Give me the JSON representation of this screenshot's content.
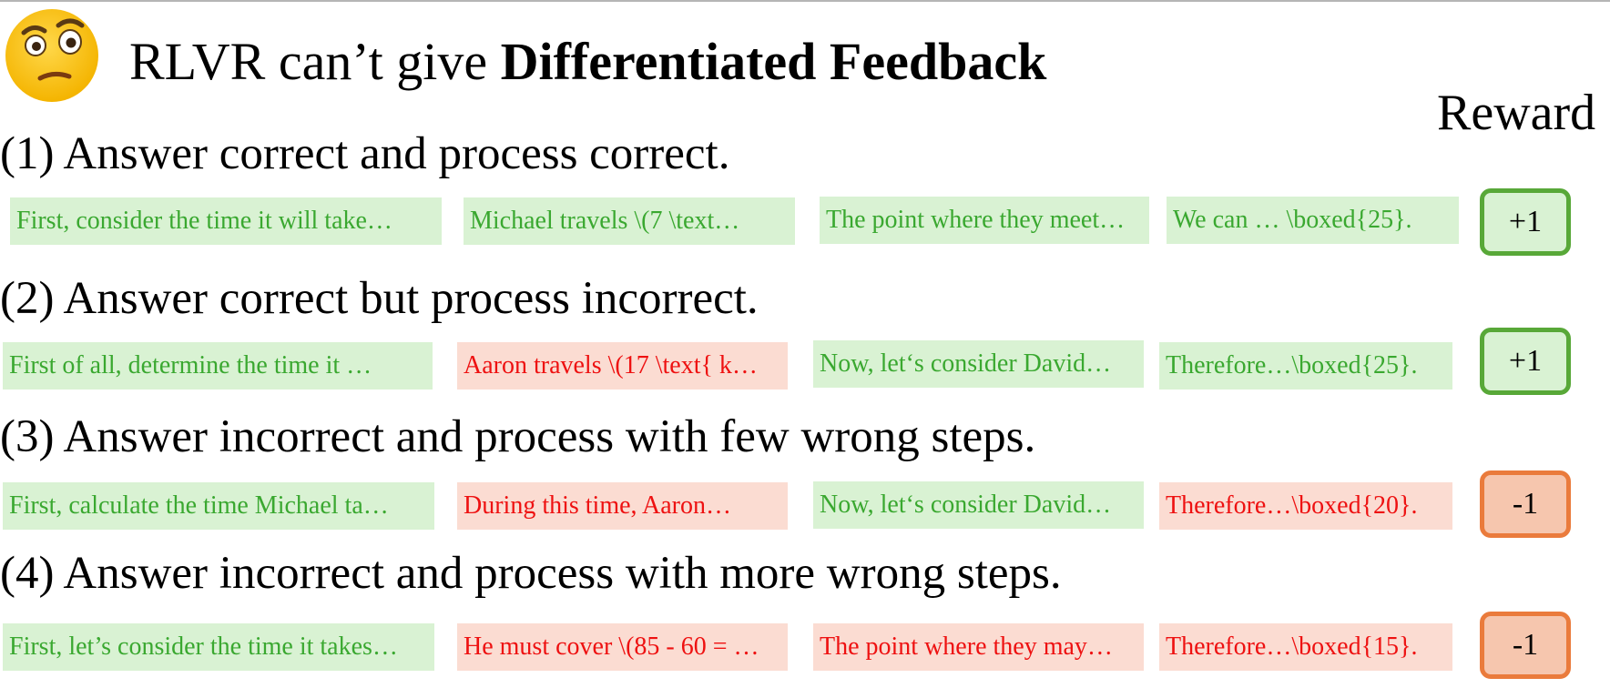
{
  "header": {
    "title_prefix": "RLVR can’t give ",
    "title_bold": "Differentiated Feedback",
    "emoji_icon": "face-with-raised-eyebrow-icon",
    "reward_label": "Reward"
  },
  "colors": {
    "correct_step_bg": "#d9f2d3",
    "correct_step_text": "#3aa830",
    "wrong_step_bg": "#fbdcd2",
    "wrong_step_text": "#ee1111",
    "positive_reward_border": "#58a838",
    "negative_reward_border": "#ea7b3c"
  },
  "cases": [
    {
      "heading": "(1) Answer correct and process correct.",
      "steps": [
        {
          "text": "First, consider the time it will take…",
          "correct": true
        },
        {
          "text": "Michael travels \\(7 \\text…",
          "correct": true
        },
        {
          "text": "The point where they meet…",
          "correct": true
        },
        {
          "text": "We can … \\boxed{25}.",
          "correct": true
        }
      ],
      "reward": "+1",
      "reward_positive": true
    },
    {
      "heading": "(2) Answer correct but process incorrect.",
      "steps": [
        {
          "text": "First of all, determine the time it …",
          "correct": true
        },
        {
          "text": "Aaron travels \\(17 \\text{ k…",
          "correct": false
        },
        {
          "text": "Now, let‘s consider David…",
          "correct": true
        },
        {
          "text": "Therefore…\\boxed{25}.",
          "correct": true
        }
      ],
      "reward": "+1",
      "reward_positive": true
    },
    {
      "heading": "(3) Answer incorrect and process with few wrong steps.",
      "steps": [
        {
          "text": "First, calculate the time Michael ta…",
          "correct": true
        },
        {
          "text": "During this time, Aaron…",
          "correct": false
        },
        {
          "text": "Now, let‘s consider David…",
          "correct": true
        },
        {
          "text": "Therefore…\\boxed{20}.",
          "correct": false
        }
      ],
      "reward": "-1",
      "reward_positive": false
    },
    {
      "heading": "(4) Answer incorrect and process with more wrong steps.",
      "steps": [
        {
          "text": "First, let’s consider the time it takes…",
          "correct": true
        },
        {
          "text": "He must cover \\(85 - 60 = …",
          "correct": false
        },
        {
          "text": "The point where they may…",
          "correct": false
        },
        {
          "text": "Therefore…\\boxed{15}.",
          "correct": false
        }
      ],
      "reward": "-1",
      "reward_positive": false
    }
  ]
}
